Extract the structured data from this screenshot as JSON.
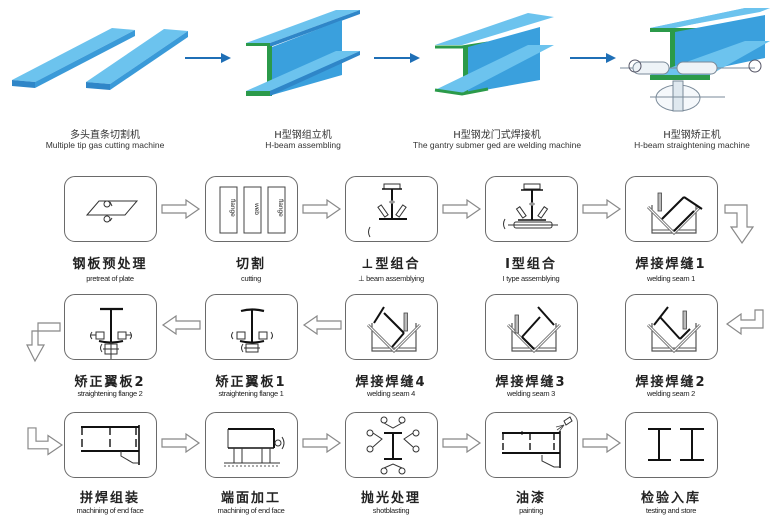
{
  "machines": [
    {
      "cn": "多头直条切割机",
      "en": "Multiple tip gas cutting machine",
      "icon": "steel-plates-icon"
    },
    {
      "cn": "H型钢组立机",
      "en": "H-beam assembling",
      "icon": "h-beam-icon"
    },
    {
      "cn": "H型钢龙门式焊接机",
      "en": "The gantry submer ged are welding machine",
      "icon": "h-beam-welded-icon"
    },
    {
      "cn": "H型钢矫正机",
      "en": "H-beam straightening machine",
      "icon": "h-beam-straightening-icon"
    }
  ],
  "steps": [
    {
      "cn": "钢板预处理",
      "en": "pretreat of plate",
      "icon": "plate-pretreat-icon"
    },
    {
      "cn": "切割",
      "en": "cutting",
      "icon": "cutting-strips-icon",
      "strips": [
        "flange",
        "web",
        "flange"
      ]
    },
    {
      "cn": "⊥型组合",
      "en": "⊥ beam assemblying",
      "icon": "t-assembly-icon"
    },
    {
      "cn": "I型组合",
      "en": "I type assemblying",
      "icon": "i-assembly-icon"
    },
    {
      "cn": "焊接焊缝1",
      "en": "welding seam 1",
      "icon": "welding-seam-icon"
    },
    {
      "cn": "焊接焊缝2",
      "en": "welding seam 2",
      "icon": "welding-seam-icon"
    },
    {
      "cn": "焊接焊缝3",
      "en": "welding seam 3",
      "icon": "welding-seam-icon"
    },
    {
      "cn": "焊接焊缝4",
      "en": "welding seam 4",
      "icon": "welding-seam-icon"
    },
    {
      "cn": "矫正翼板1",
      "en": "straightening flange 1",
      "icon": "straighten-flange-icon"
    },
    {
      "cn": "矫正翼板2",
      "en": "straightening flange 2",
      "icon": "straighten-flange-icon"
    },
    {
      "cn": "拼焊组装",
      "en": "machining of end face",
      "icon": "splice-assembly-icon"
    },
    {
      "cn": "端面加工",
      "en": "machining of end face",
      "icon": "end-face-machining-icon"
    },
    {
      "cn": "抛光处理",
      "en": "shotblasting",
      "icon": "shotblasting-icon"
    },
    {
      "cn": "油漆",
      "en": "painting",
      "icon": "painting-icon"
    },
    {
      "cn": "检验入库",
      "en": "testing and store",
      "icon": "i-beams-store-icon"
    }
  ],
  "colors": {
    "beam_face": "#3aa0dd",
    "beam_top": "#6cc3ee",
    "beam_edge": "#2b9a4a",
    "arrow_blue": "#1f6fb6",
    "outline": "#6a6a6a"
  }
}
